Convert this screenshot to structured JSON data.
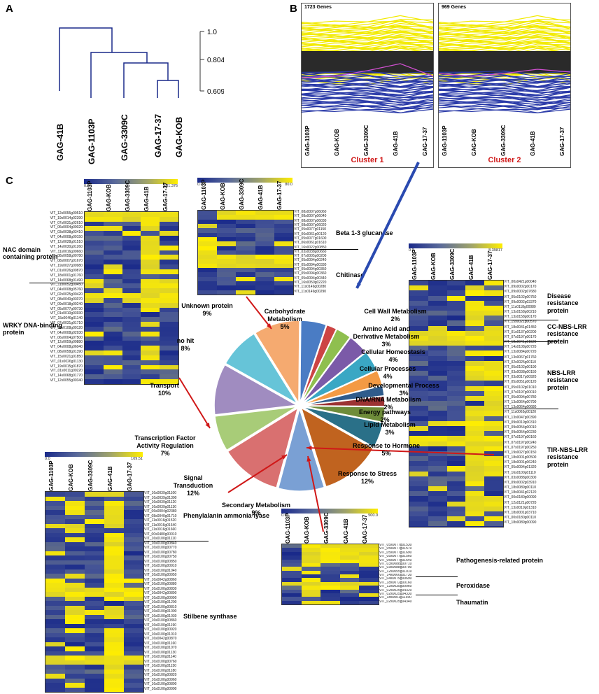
{
  "panels": {
    "a": "A",
    "b": "B",
    "c": "C"
  },
  "dendrogram": {
    "leaves": [
      "GAG-41B",
      "GAG-1103P",
      "GAG-3309C",
      "GAG-17-37",
      "GAG-KOB"
    ],
    "axis_ticks": [
      "1.0",
      "0.804678",
      "0.60935605"
    ]
  },
  "clusters": [
    {
      "count_label": "1723 Genes",
      "name": "Cluster 1",
      "columns": [
        "GAG-1103P",
        "GAG-KOB",
        "GAG-3309C",
        "GAG-41B",
        "GAG-17-37"
      ]
    },
    {
      "count_label": "969 Genes",
      "name": "Cluster 2",
      "columns": [
        "GAG-1103P",
        "GAG-KOB",
        "GAG-3309C",
        "GAG-41B",
        "GAG-17-37"
      ]
    }
  ],
  "hm_columns": [
    "GAG-1103P",
    "GAG-KOB",
    "GAG-3309C",
    "GAG-41B",
    "GAG-17-37"
  ],
  "heatmaps": {
    "tf": {
      "scale_min": "0.0",
      "scale_max": "181.376",
      "groups": [
        "NAC domain containing protein",
        "WRKY DNA-binding protein"
      ],
      "genes": [
        "VIT_12s0055g00510",
        "VIT_19s0014g02390",
        "VIT_07s0031g02610",
        "VIT_06s0004g00020",
        "VIT_03s0038g03410",
        "VIT_04s0008g00150",
        "VIT_12s0028g01510",
        "VIT_14s0030g01260",
        "VIT_11s0016g00660",
        "VIT_08s0058g00780",
        "VIT_08s0007g01670",
        "VIT_19s0027g00980",
        "VIT_01s0026g00870",
        "VIT_18s0001g01760",
        "VIT_14s0068g01490",
        "VIT_11s0052g00450",
        "VIT_04s0008g05760",
        "VIT_02s0025g00420",
        "VIT_08s0040g03070",
        "VIT_09s0018g00240",
        "VIT_05s0077g00730",
        "VIT_01s0010g03930",
        "VIT_15s0046g01140",
        "VIT_07s0031g01710",
        "VIT_14s0108g00120",
        "VIT_04s0008g02930",
        "VIT_06s0004g07500",
        "VIT_12s0059g00880",
        "VIT_04s0008g06040",
        "VIT_08s0058g01390",
        "VIT_15s0021g01850",
        "VIT_01s0026g01130",
        "VIT_19s0015g01870",
        "VIT_01s0011g00220",
        "VIT_14s0068g01770",
        "VIT_12s0055g00340"
      ]
    },
    "cw": {
      "scale_min": "0.0",
      "scale_max": "80.0",
      "groups": [
        "Beta 1-3 glucanase",
        "Chitinase"
      ],
      "genes": [
        "VIT_08s0007g06060",
        "VIT_08s0007g06040",
        "VIT_08s0007g06030",
        "VIT_08s0007g06020",
        "VIT_05s0077g01150",
        "VIT_06s0061g00120",
        "VIT_05s0077g01600",
        "VIT_06s0061g01610",
        "VIT_16s0022g00850",
        "VIT_03s0038g00660",
        "VIT_07s0005g00200",
        "VIT_05s0094g00240",
        "VIT_05s0094g00330",
        "VIT_05s0094g00350",
        "VIT_05s0094g00360",
        "VIT_05s0094g00340",
        "VIT_16s0050g02220",
        "VIT_11s0149g00280",
        "VIT_11s0149g00290"
      ]
    },
    "dr": {
      "scale_min": "0.0",
      "scale_max": "8.39817",
      "groups": [
        "Disease resistance protein",
        "CC-NBS-LRR resistance protein",
        "NBS-LRR resistance protein",
        "TIR-NBS-LRR resistance protein"
      ],
      "genes": [
        "VIT_00s0421g00040",
        "VIT_09s0002g00170",
        "VIT_09s0002g07680",
        "VIT_05s0102g00750",
        "VIT_09s0002g03370",
        "VIT_11s0118g00080",
        "VIT_13s0158g00210",
        "VIT_13s0158g00170",
        "VIT_15s0021g00570",
        "VIT_18s0041g01450",
        "VIT_01s0137g00200",
        "VIT_07s0197g00170",
        "VIT_18s0041g01520",
        "VIT_14s0108g00720",
        "VIT_13s0084g00720",
        "VIT_13s0067g01760",
        "VIT_02s0025g00110",
        "VIT_05s0102g00190",
        "VIT_03s0038g00150",
        "VIT_03s0017g00920",
        "VIT_05s0051g00120",
        "VIT_05s0102g01010",
        "VIT_07s0197g00010",
        "VIT_05s0094g00780",
        "VIT_13s0064g00790",
        "VIT_13s0064g00680",
        "VIT_11s0065g00120",
        "VIT_13s0047g00390",
        "VIT_09s0019g00310",
        "VIT_09s0054g00010",
        "VIT_09s0054g00230",
        "VIT_07s0197g00160",
        "VIT_07s0197g00240",
        "VIT_07s0197g00250",
        "VIT_19s0027g00150",
        "VIT_18s0001g00500",
        "VIT_18s0001g06240",
        "VIT_05s0094g01320",
        "VIT_16s0100g01110",
        "VIT_03s0088g00300",
        "VIT_09s0002g03910",
        "VIT_18s0089g00110",
        "VIT_18s0041g02120",
        "VIT_00s0180g00090",
        "VIT_12s0121g00720",
        "VIT_13s0019g01310",
        "VIT_18s0001g03710",
        "VIT_00s0180g00110",
        "VIT_18s0089g00090"
      ]
    },
    "stress": {
      "scale_min": "0.0",
      "scale_max": "500.0",
      "groups": [
        "Pathogenesis-related protein",
        "Peroxidase",
        "Thaumatin"
      ],
      "genes": [
        "VIT_05s0077g01530",
        "VIT_05s0077g01570",
        "VIT_05s0077g01690",
        "VIT_05s0077g01560",
        "VIT_05s0077g01540",
        "VIT_03s0088g00710",
        "VIT_03s0088g00700",
        "VIT_12s0055g01010",
        "VIT_14s0060g01730",
        "VIT_04s0079g00690",
        "VIT_18s0072g00160",
        "VIT_12s0035g00060",
        "VIT_02s0025g04320",
        "VIT_02s0025g04330",
        "VIT_18s0001g11930",
        "VIT_02s0025g04340"
      ]
    },
    "sec": {
      "scale_min": "0.0",
      "scale_max": "109.51",
      "groups": [
        "Phenylalanin ammonia-lyase",
        "Stilbene synthase"
      ],
      "genes": [
        "VIT_16s0039g01100",
        "VIT_16s0039g01300",
        "VIT_16s0039g01120",
        "VIT_16s0039g01130",
        "VIT_06s0004g02380",
        "VIT_08s0040g01710",
        "VIT_11s0016g01520",
        "VIT_11s0016g01640",
        "VIT_11s0016g01660",
        "VIT_00s0480g00010",
        "VIT_16s0100g01110",
        "VIT_16s0100g00840",
        "VIT_16s0100g00770",
        "VIT_16s0100g00780",
        "VIT_16s0100g00750",
        "VIT_16s0100g00850",
        "VIT_16s0100g00910",
        "VIT_16s0100g01040",
        "VIT_16s0100g00950",
        "VIT_16s0042g00860",
        "VIT_16s0100g00880",
        "VIT_16s0100g00830",
        "VIT_16s0042g00890",
        "VIT_16s0100g00990",
        "VIT_16s0100g01200",
        "VIT_16s0100g00810",
        "VIT_16s0100g01000",
        "VIT_16s0100g01030",
        "VIT_16s0100g00860",
        "VIT_16s0100g01190",
        "VIT_16s0100g00920",
        "VIT_16s0100g01010",
        "VIT_16s0042g00870",
        "VIT_16s0100g01160",
        "VIT_16s0100g01070",
        "VIT_16s0100g01130",
        "VIT_16s0100g01140",
        "VIT_16s0100g00760",
        "VIT_16s0100g01150",
        "VIT_16s0100g01180",
        "VIT_16s0100g00820",
        "VIT_16s0100g00960",
        "VIT_16s0100g00800",
        "VIT_16s0100g00900"
      ]
    }
  },
  "chart_data": {
    "type": "pie",
    "slices": [
      {
        "label": "Carbohydrate Metabolism",
        "pct": "5%",
        "value": 5,
        "color": "#4a7cc4"
      },
      {
        "label": "Cell Wall Metabolism",
        "pct": "2%",
        "value": 2,
        "color": "#cc4444"
      },
      {
        "label": "Amino Acid and Derivative Metabolism",
        "pct": "3%",
        "value": 3,
        "color": "#8fbf4f"
      },
      {
        "label": "Cellular Homeostasis",
        "pct": "4%",
        "value": 4,
        "color": "#7b5aa8"
      },
      {
        "label": "Cellular Processes",
        "pct": "4%",
        "value": 4,
        "color": "#3aa7c4"
      },
      {
        "label": "Developmental Process",
        "pct": "3%",
        "value": 3,
        "color": "#f39a44"
      },
      {
        "label": "DNA/RNA Metabolism",
        "pct": "2%",
        "value": 2,
        "color": "#2f5c8c"
      },
      {
        "label": "Energy pathways",
        "pct": "2%",
        "value": 2,
        "color": "#9c3333"
      },
      {
        "label": "Lipid Metabolism",
        "pct": "3%",
        "value": 3,
        "color": "#6e8c3a"
      },
      {
        "label": "Response to Hormone",
        "pct": "5%",
        "value": 5,
        "color": "#2a7088"
      },
      {
        "label": "Response to Stress",
        "pct": "12%",
        "value": 12,
        "color": "#c0631f"
      },
      {
        "label": "Secondary Metabolism",
        "pct": "9%",
        "value": 9,
        "color": "#7aa0d4"
      },
      {
        "label": "Signal Transduction",
        "pct": "12%",
        "value": 12,
        "color": "#d97070"
      },
      {
        "label": "Transcription Factor Activity Regulation",
        "pct": "7%",
        "value": 7,
        "color": "#a8cc78"
      },
      {
        "label": "Transport",
        "pct": "10%",
        "value": 10,
        "color": "#a08cc0"
      },
      {
        "label": "no hit",
        "pct": "8%",
        "value": 8,
        "color": "#66c4d8"
      },
      {
        "label": "Unknown protein",
        "pct": "9%",
        "value": 9,
        "color": "#f5aa70"
      }
    ]
  }
}
